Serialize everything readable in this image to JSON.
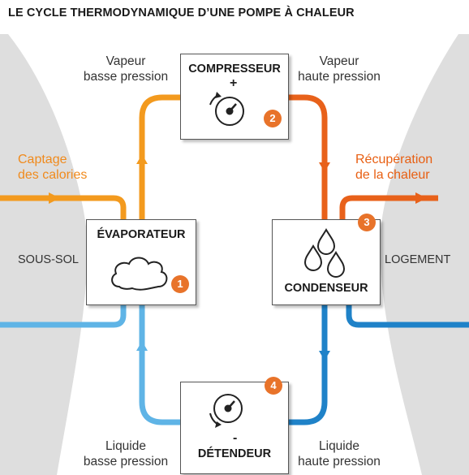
{
  "title": "LE CYCLE THERMODYNAMIQUE D’UNE POMPE À CHALEUR",
  "labels": {
    "vapeur_basse": [
      "Vapeur",
      "basse pression"
    ],
    "vapeur_haute": [
      "Vapeur",
      "haute pression"
    ],
    "liquide_basse": [
      "Liquide",
      "basse pression"
    ],
    "liquide_haute": [
      "Liquide",
      "haute pression"
    ],
    "captage": [
      "Captage",
      "des calories"
    ],
    "recuperation": [
      "Récupération",
      "de la chaleur"
    ],
    "sous_sol": "SOUS-SOL",
    "logement": "LOGEMENT"
  },
  "components": {
    "compresseur": {
      "name": "COMPRESSEUR",
      "number": "2",
      "sign": "+"
    },
    "evaporateur": {
      "name": "ÉVAPORATEUR",
      "number": "1"
    },
    "condenseur": {
      "name": "CONDENSEUR",
      "number": "3"
    },
    "detendeur": {
      "name": "DÉTENDEUR",
      "number": "4",
      "sign": "-"
    }
  },
  "colors": {
    "orange_light": "#f39a1e",
    "orange_dark": "#e8611a",
    "blue_light": "#5fb4e6",
    "blue_dark": "#1f82c8",
    "badge": "#e8732a",
    "ground": "#dcdcdc"
  },
  "icons": [
    "cloud-icon",
    "gauge-icon",
    "drops-icon"
  ]
}
